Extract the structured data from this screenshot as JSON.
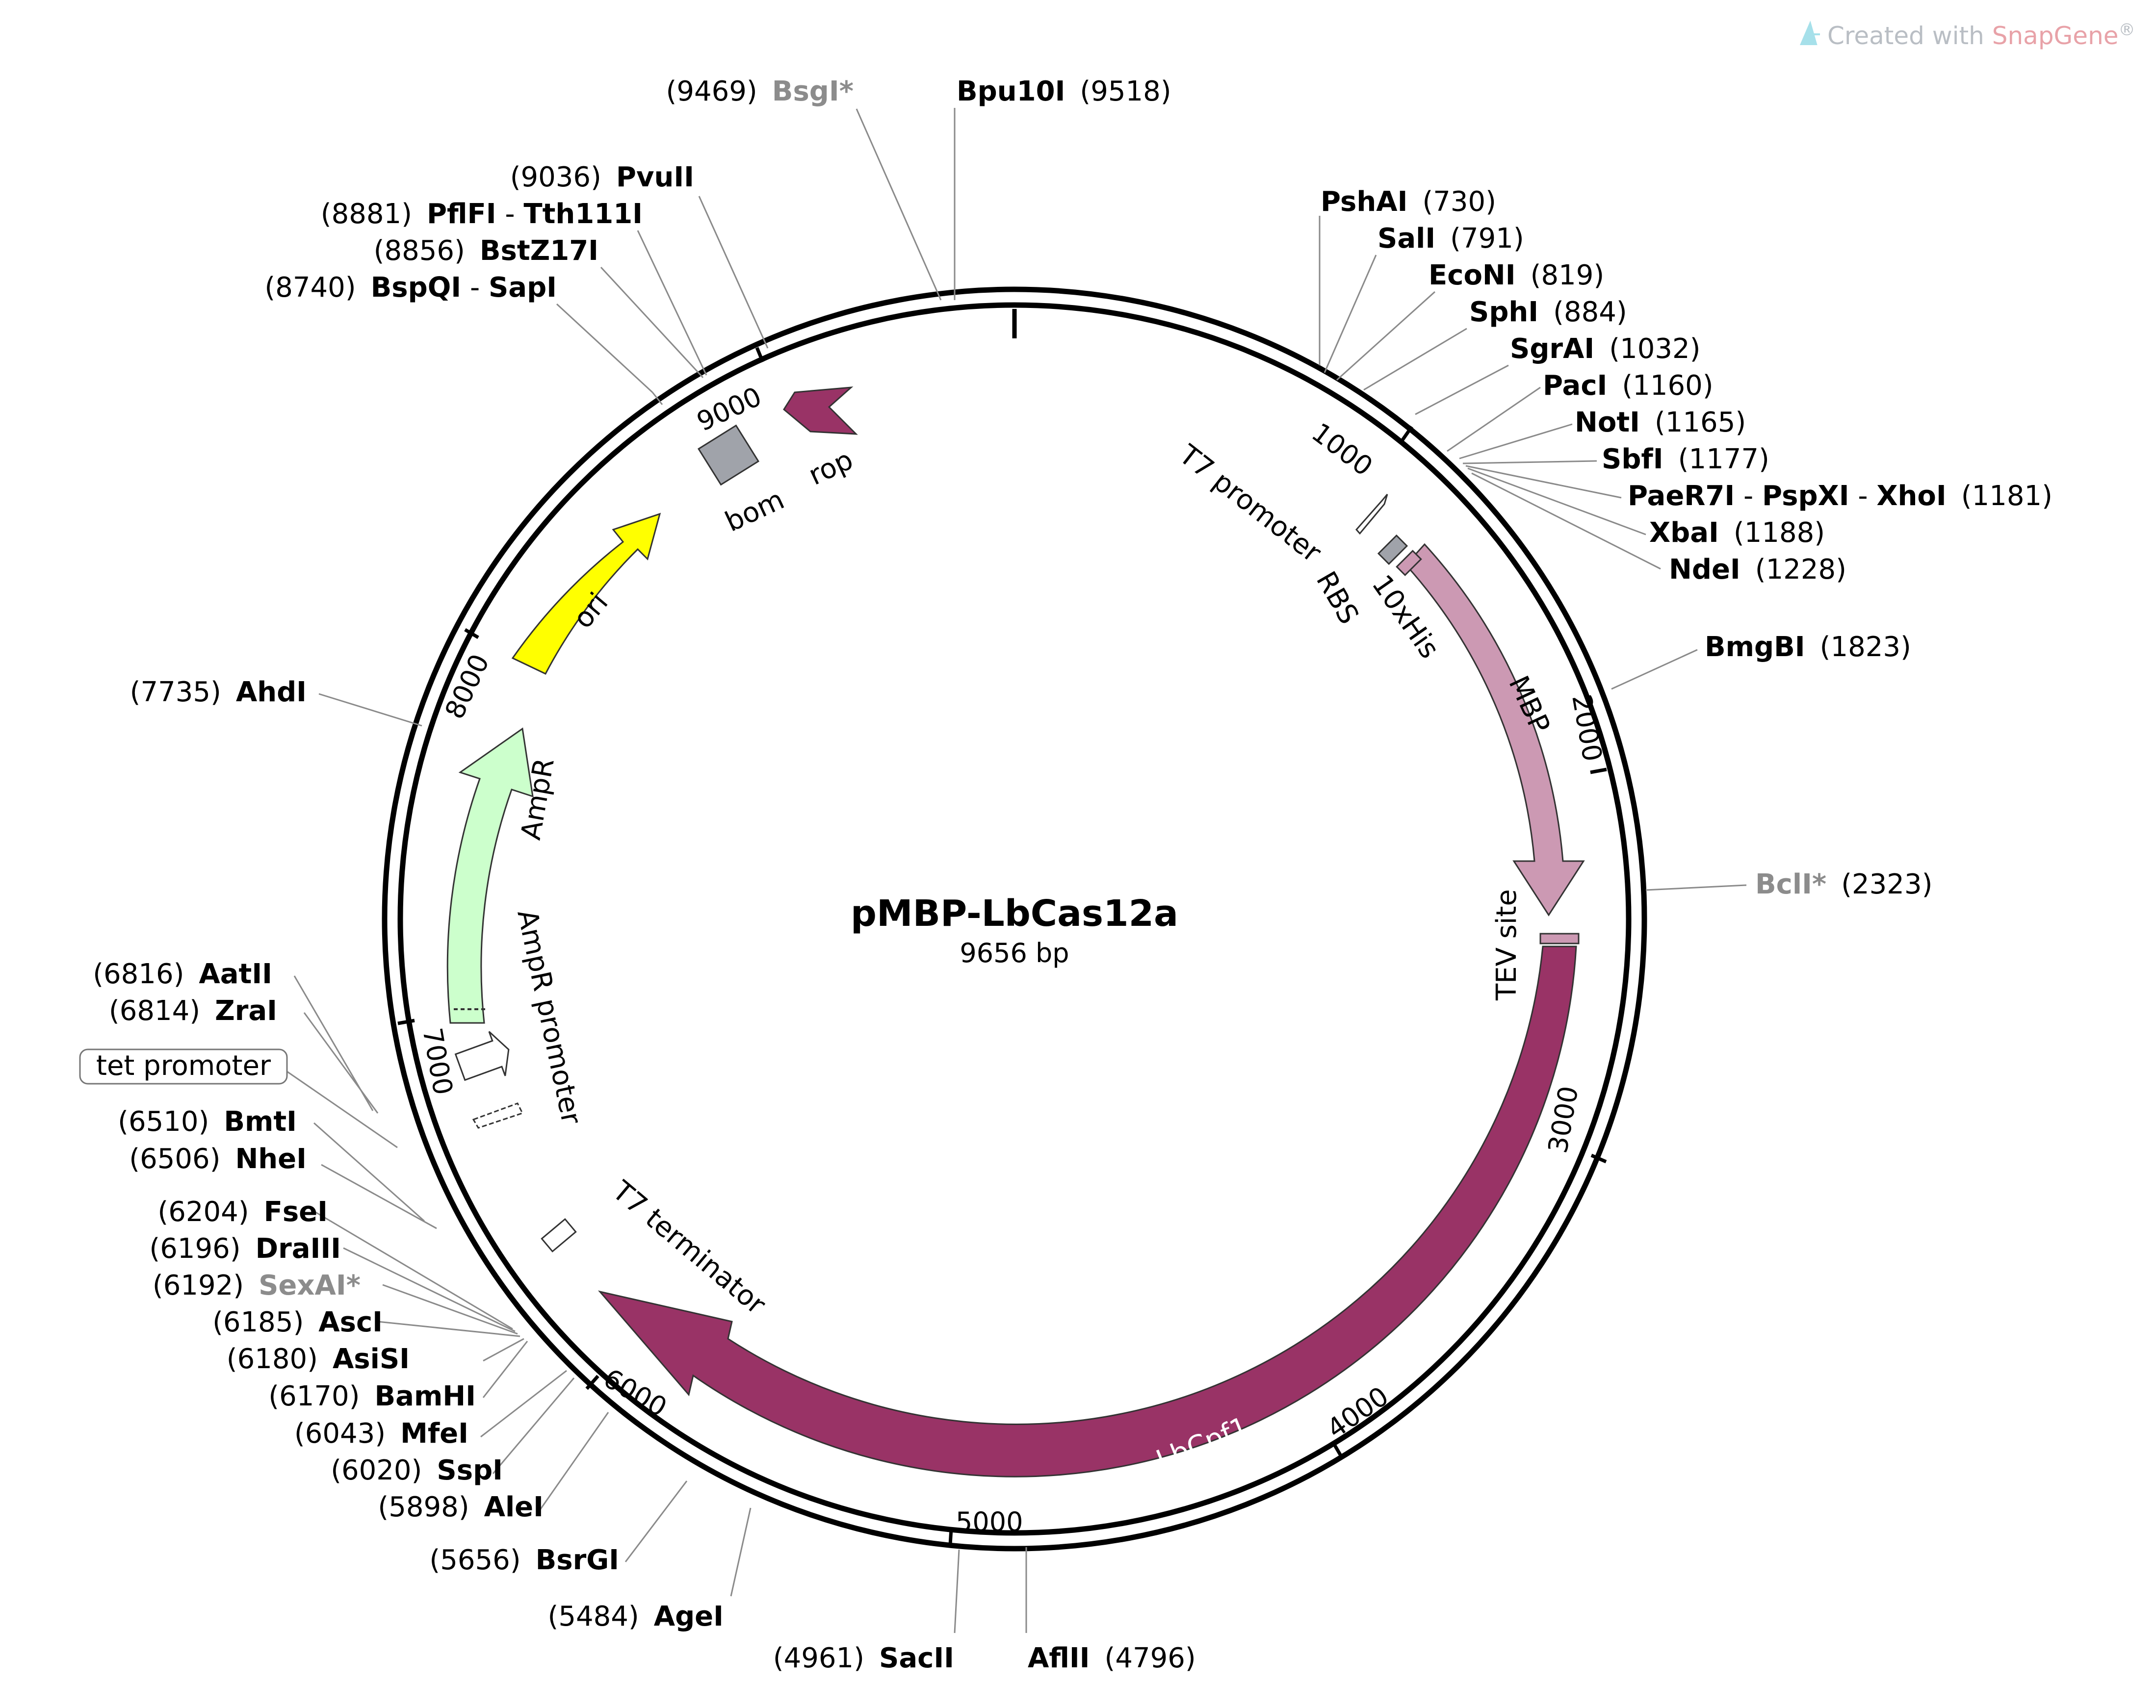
{
  "credit": {
    "prefix": "Created with ",
    "brand": "SnapGene",
    "suffix": "®"
  },
  "plasmid": {
    "name": "pMBP-LbCas12a",
    "length_label": "9656 bp",
    "length": 9656
  },
  "ticks": [
    "1000",
    "2000",
    "3000",
    "4000",
    "5000",
    "6000",
    "7000",
    "8000",
    "9000"
  ],
  "enzymes": [
    {
      "name": "Bpu10I",
      "pos": "(9518)",
      "gray": false
    },
    {
      "name": "BsgI*",
      "pos": "(9469)",
      "gray": true
    },
    {
      "name": "PvuII",
      "pos": "(9036)",
      "gray": false
    },
    {
      "name": "PflFI",
      "name2": "Tth111I",
      "pos": "(8881)",
      "gray": false
    },
    {
      "name": "BstZ17I",
      "pos": "(8856)",
      "gray": false
    },
    {
      "name": "BspQI",
      "name2": "SapI",
      "pos": "(8740)",
      "gray": false
    },
    {
      "name": "PshAI",
      "pos": "(730)",
      "gray": false
    },
    {
      "name": "SalI",
      "pos": "(791)",
      "gray": false
    },
    {
      "name": "EcoNI",
      "pos": "(819)",
      "gray": false
    },
    {
      "name": "SphI",
      "pos": "(884)",
      "gray": false
    },
    {
      "name": "SgrAI",
      "pos": "(1032)",
      "gray": false
    },
    {
      "name": "PacI",
      "pos": "(1160)",
      "gray": false
    },
    {
      "name": "NotI",
      "pos": "(1165)",
      "gray": false
    },
    {
      "name": "SbfI",
      "pos": "(1177)",
      "gray": false
    },
    {
      "name": "PaeR7I",
      "name2": "PspXI",
      "name3": "XhoI",
      "pos": "(1181)",
      "gray": false
    },
    {
      "name": "XbaI",
      "pos": "(1188)",
      "gray": false
    },
    {
      "name": "NdeI",
      "pos": "(1228)",
      "gray": false
    },
    {
      "name": "BmgBI",
      "pos": "(1823)",
      "gray": false
    },
    {
      "name": "BclI*",
      "pos": "(2323)",
      "gray": true
    },
    {
      "name": "AflII",
      "pos": "(4796)",
      "gray": false
    },
    {
      "name": "SacII",
      "pos": "(4961)",
      "gray": false
    },
    {
      "name": "AgeI",
      "pos": "(5484)",
      "gray": false
    },
    {
      "name": "BsrGI",
      "pos": "(5656)",
      "gray": false
    },
    {
      "name": "AleI",
      "pos": "(5898)",
      "gray": false
    },
    {
      "name": "SspI",
      "pos": "(6020)",
      "gray": false
    },
    {
      "name": "MfeI",
      "pos": "(6043)",
      "gray": false
    },
    {
      "name": "BamHI",
      "pos": "(6170)",
      "gray": false
    },
    {
      "name": "AsiSI",
      "pos": "(6180)",
      "gray": false
    },
    {
      "name": "AscI",
      "pos": "(6185)",
      "gray": false
    },
    {
      "name": "SexAI*",
      "pos": "(6192)",
      "gray": true
    },
    {
      "name": "DraIII",
      "pos": "(6196)",
      "gray": false
    },
    {
      "name": "FseI",
      "pos": "(6204)",
      "gray": false
    },
    {
      "name": "NheI",
      "pos": "(6506)",
      "gray": false
    },
    {
      "name": "BmtI",
      "pos": "(6510)",
      "gray": false
    },
    {
      "name": "ZraI",
      "pos": "(6814)",
      "gray": false
    },
    {
      "name": "AatII",
      "pos": "(6816)",
      "gray": false
    },
    {
      "name": "AhdI",
      "pos": "(7735)",
      "gray": false
    }
  ],
  "features": {
    "t7_promoter": "T7 promoter",
    "rbs": "RBS",
    "his": "10xHis",
    "mbp": "MBP",
    "tev": "TEV site",
    "lbcpf1": "LbCpf1",
    "t7_terminator": "T7 terminator",
    "ampr_promoter": "AmpR promoter",
    "ampr": "AmpR",
    "ori": "ori",
    "bom": "bom",
    "rop": "rop",
    "tet_promoter": "tet promoter"
  },
  "colors": {
    "mbp": "#cc99b3",
    "lbcpf1": "#993366",
    "rop": "#993366",
    "ori": "#ffff00",
    "ampr": "#ccffcc",
    "bom": "#a0a3aa",
    "tev": "#cc99b3",
    "his": "#a0a3aa",
    "leader": "#8a8a8a",
    "gray_enzyme": "#8c8c8c"
  }
}
